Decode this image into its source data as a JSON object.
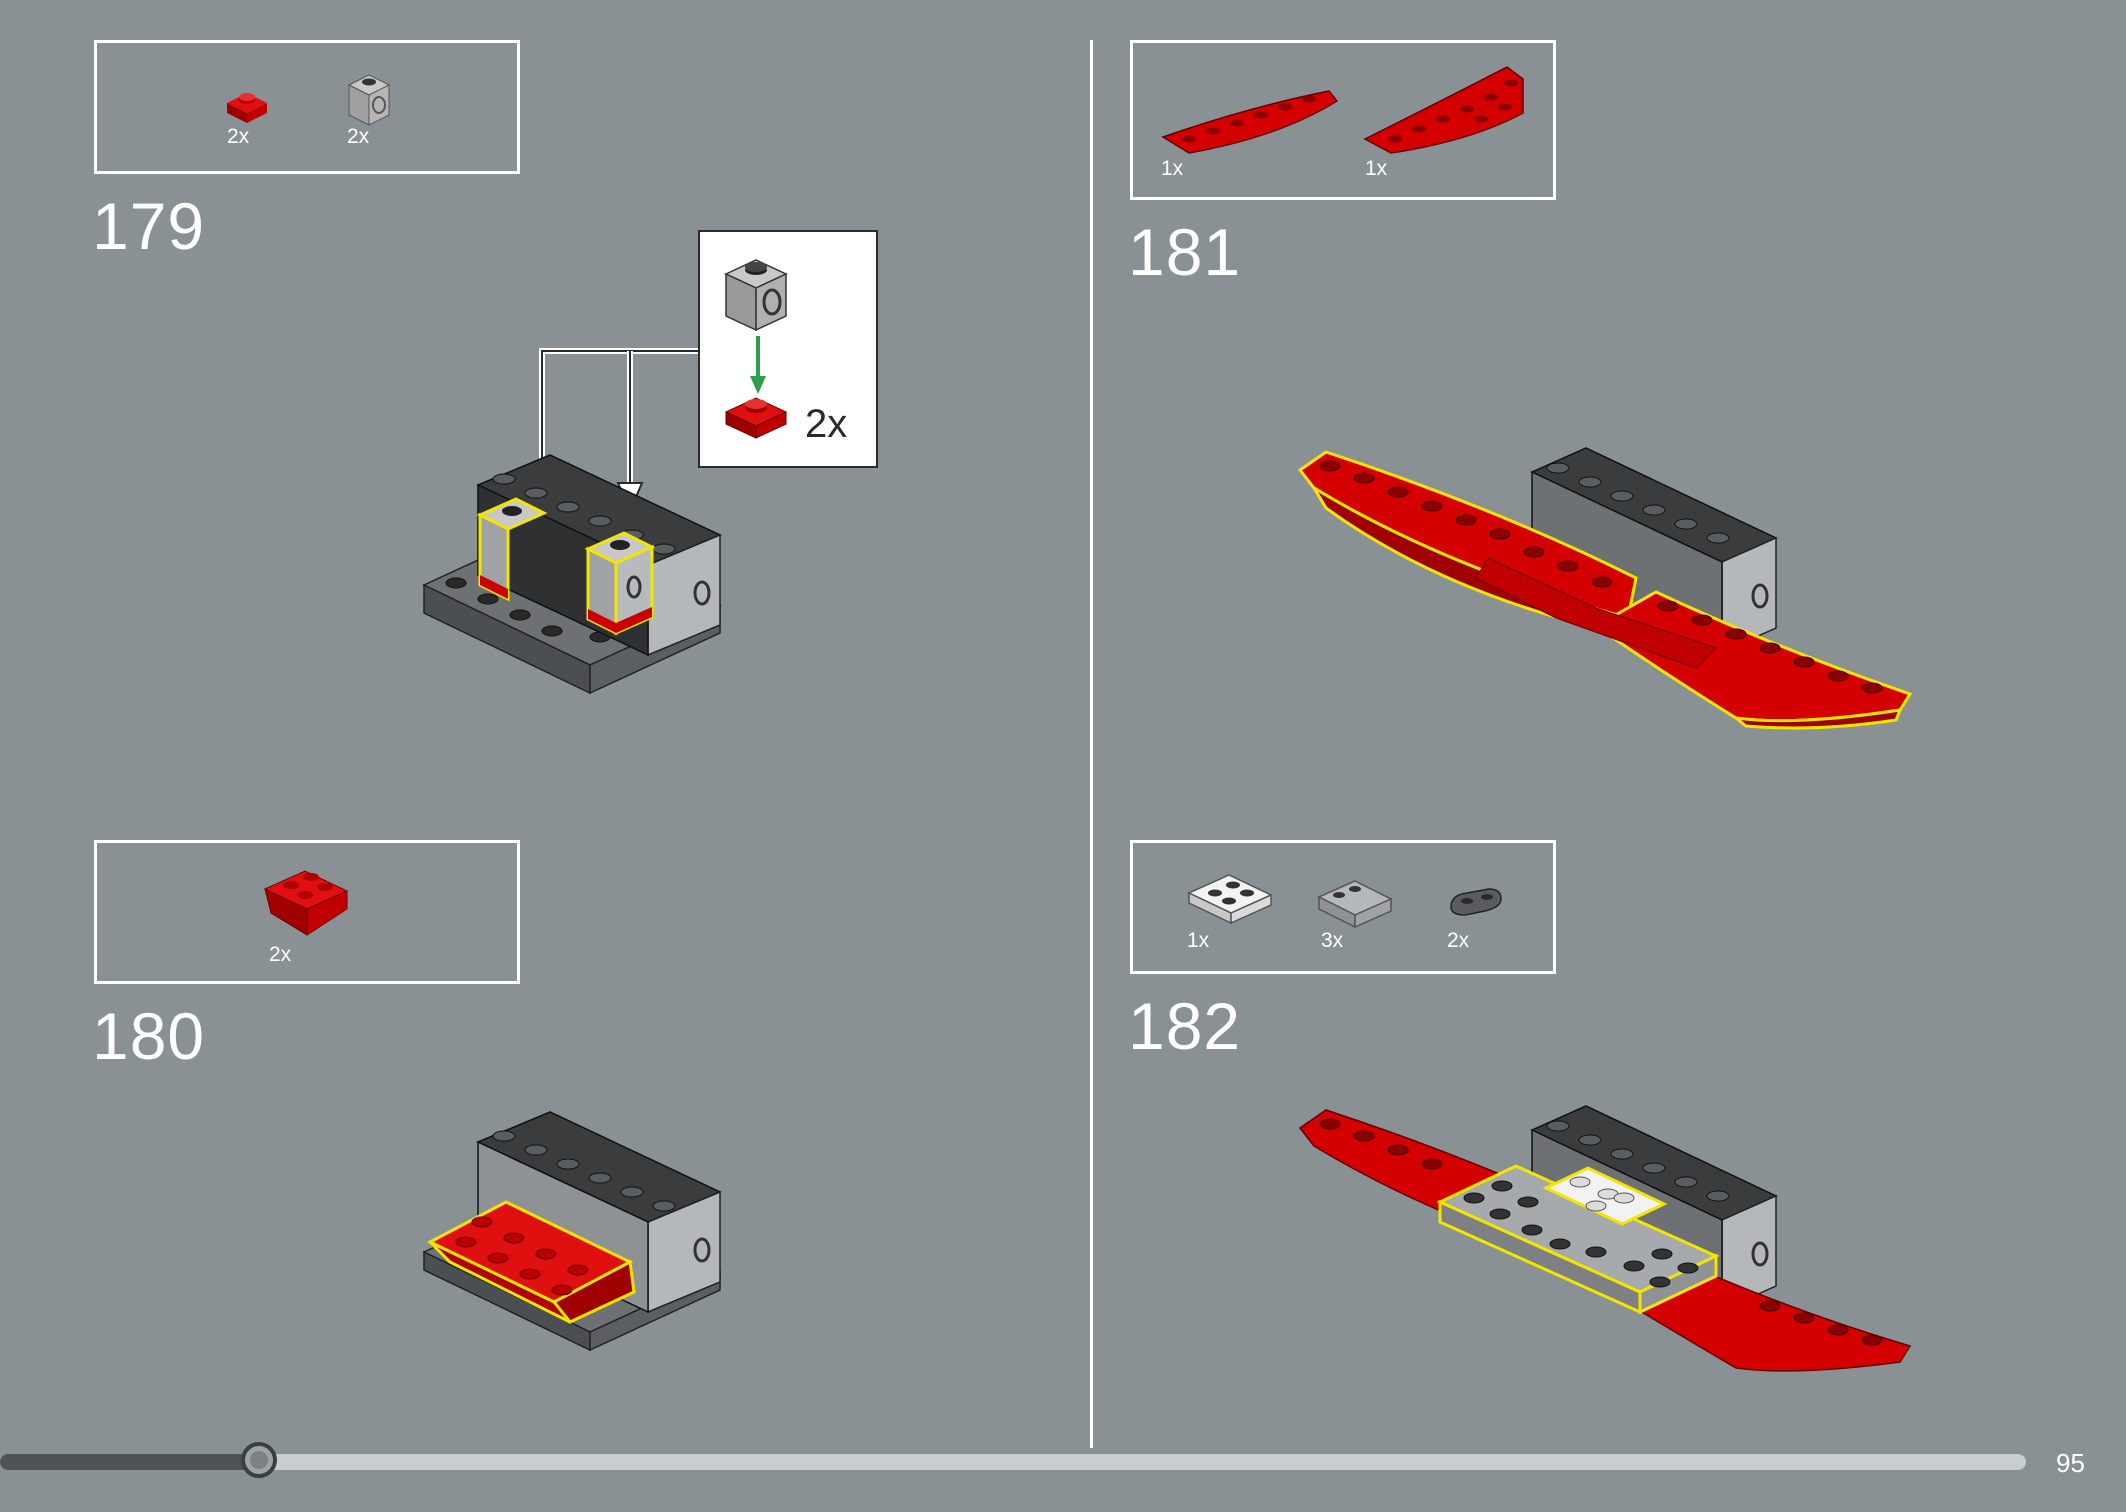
{
  "page": {
    "number": "95",
    "progress": 0.128
  },
  "steps": [
    {
      "number": "179",
      "parts": [
        {
          "name": "red-plate-1x1",
          "qty": "2x"
        },
        {
          "name": "grey-brick-1x1-with-hole",
          "qty": "2x"
        }
      ],
      "callout": {
        "qty": "2x"
      }
    },
    {
      "number": "180",
      "parts": [
        {
          "name": "red-inverted-slope",
          "qty": "2x"
        }
      ]
    },
    {
      "number": "181",
      "parts": [
        {
          "name": "red-wedge-left",
          "qty": "1x"
        },
        {
          "name": "red-wedge-right",
          "qty": "1x"
        }
      ]
    },
    {
      "number": "182",
      "parts": [
        {
          "name": "white-plate-2x2",
          "qty": "1x"
        },
        {
          "name": "grey-plate-with-rail",
          "qty": "3x"
        },
        {
          "name": "dark-grey-plate-rounded",
          "qty": "2x"
        }
      ]
    }
  ],
  "colors": {
    "background": "#8a9194",
    "red": "#cc0000",
    "dark_grey": "#4a4d4f",
    "light_grey": "#a7aaac",
    "highlight": "#f2e600",
    "arrow_green": "#2e9e4a"
  }
}
